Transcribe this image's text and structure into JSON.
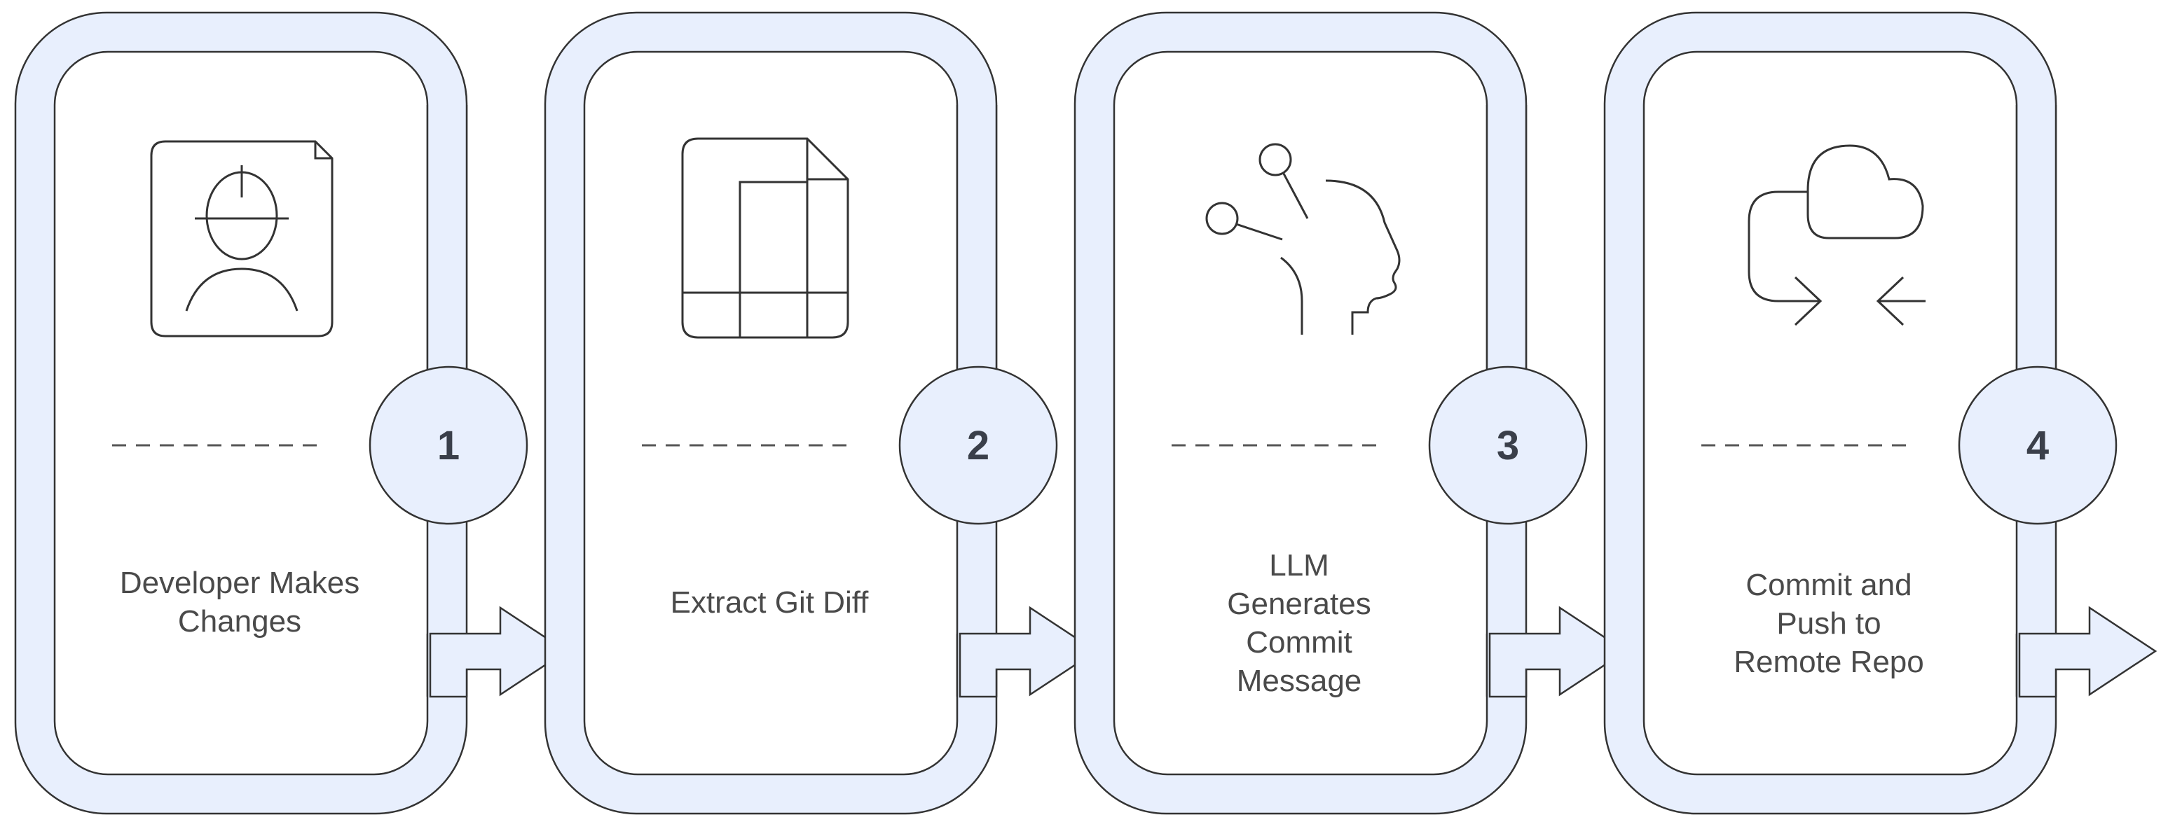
{
  "colors": {
    "band_fill": "#e8effd",
    "stroke": "#333333",
    "text": "#4a4a4a",
    "number": "#3a3f4a",
    "panel": "#ffffff"
  },
  "steps": [
    {
      "number": "1",
      "label": "Developer Makes Changes",
      "icon": "developer-helmet-icon"
    },
    {
      "number": "2",
      "label": "Extract Git Diff",
      "icon": "spreadsheet-document-icon"
    },
    {
      "number": "3",
      "label": "LLM Generates Commit Message",
      "icon": "ai-head-icon"
    },
    {
      "number": "4",
      "label": "Commit and Push to Remote Repo",
      "icon": "cloud-sync-icon"
    }
  ]
}
